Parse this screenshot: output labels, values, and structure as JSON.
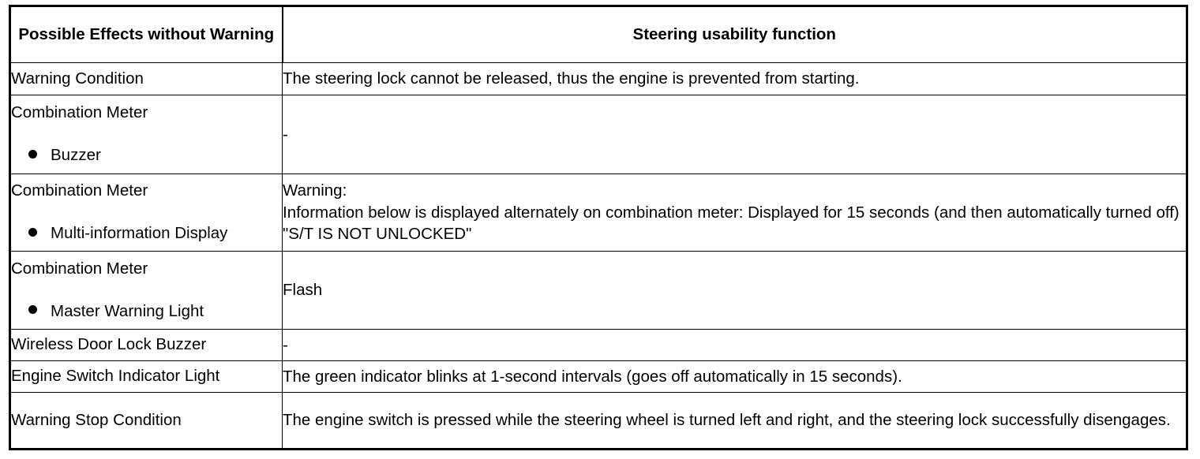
{
  "table": {
    "headers": {
      "left": "Possible Effects without Warning",
      "right": "Steering usability function"
    },
    "rows": [
      {
        "id": "warning-condition",
        "left_title": "Warning Condition",
        "left_bullet": null,
        "right_lines": [
          "The steering lock cannot be released, thus the engine is prevented from starting."
        ]
      },
      {
        "id": "combination-meter-buzzer",
        "left_title": "Combination Meter",
        "left_bullet": "Buzzer",
        "right_lines": [
          "-"
        ]
      },
      {
        "id": "combination-meter-multi-information-display",
        "left_title": "Combination Meter",
        "left_bullet": "Multi-information Display",
        "right_lines": [
          "Warning:",
          "Information below is displayed alternately on combination meter: Displayed for 15 seconds (and then automatically turned off) \"S/T IS NOT UNLOCKED\""
        ]
      },
      {
        "id": "combination-meter-master-warning-light",
        "left_title": "Combination Meter",
        "left_bullet": "Master Warning Light",
        "right_lines": [
          "Flash"
        ]
      },
      {
        "id": "wireless-door-lock-buzzer",
        "left_title": "Wireless Door Lock Buzzer",
        "left_bullet": null,
        "right_lines": [
          "-"
        ]
      },
      {
        "id": "engine-switch-indicator-light",
        "left_title": "Engine Switch Indicator Light",
        "left_bullet": null,
        "right_lines": [
          "The green indicator blinks at 1-second intervals (goes off automatically in 15 seconds)."
        ]
      },
      {
        "id": "warning-stop-condition",
        "left_title": "Warning Stop Condition",
        "left_bullet": null,
        "right_lines": [
          "The engine switch is pressed while the steering wheel is turned left and right, and the steering lock successfully disengages."
        ]
      }
    ]
  },
  "style": {
    "text_color": "#000000",
    "border_color": "#000000",
    "background": "#ffffff"
  }
}
